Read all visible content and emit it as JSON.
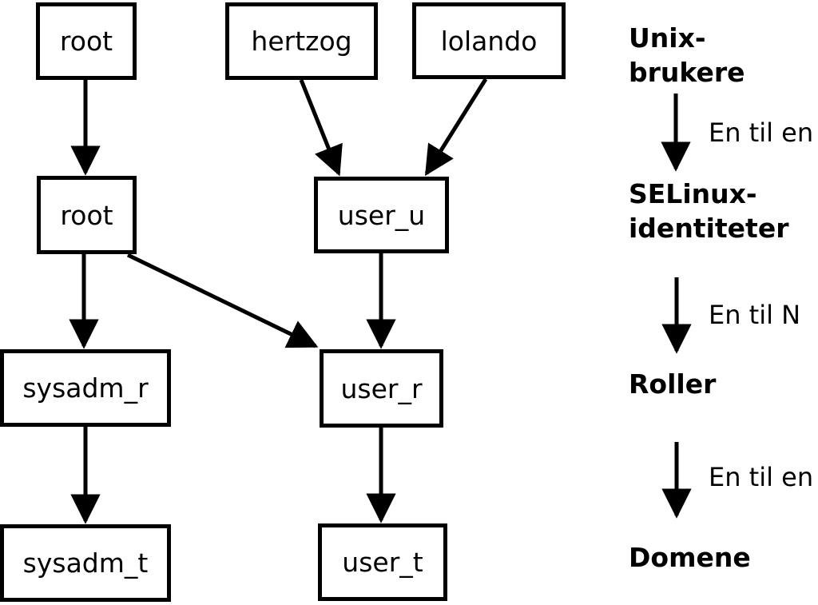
{
  "diagram": {
    "title_hint": "Unix users mapped to SELinux identities, roles and domains",
    "colors": {
      "line": "#000000",
      "box_fill": "#ffffff",
      "background": "#ffffff",
      "text": "#000000"
    },
    "boxes": [
      {
        "id": "unix-user-root",
        "label": "root"
      },
      {
        "id": "unix-user-hertzog",
        "label": "hertzog"
      },
      {
        "id": "unix-user-lolando",
        "label": "lolando"
      },
      {
        "id": "selinux-id-root",
        "label": "root"
      },
      {
        "id": "selinux-id-user-u",
        "label": "user_u"
      },
      {
        "id": "role-sysadm-r",
        "label": "sysadm_r"
      },
      {
        "id": "role-user-r",
        "label": "user_r"
      },
      {
        "id": "domain-sysadm-t",
        "label": "sysadm_t"
      },
      {
        "id": "domain-user-t",
        "label": "user_t"
      }
    ],
    "edges": [
      {
        "from": "unix-user-root",
        "to": "selinux-id-root"
      },
      {
        "from": "unix-user-hertzog",
        "to": "selinux-id-user-u"
      },
      {
        "from": "unix-user-lolando",
        "to": "selinux-id-user-u"
      },
      {
        "from": "selinux-id-root",
        "to": "role-sysadm-r"
      },
      {
        "from": "selinux-id-root",
        "to": "role-user-r"
      },
      {
        "from": "selinux-id-user-u",
        "to": "role-user-r"
      },
      {
        "from": "role-sysadm-r",
        "to": "domain-sysadm-t"
      },
      {
        "from": "role-user-r",
        "to": "domain-user-t"
      }
    ],
    "legend": {
      "level1": "Unix-brukere",
      "mapping1": "En til en",
      "level2": "SELinux-\nidentiteter",
      "mapping2": "En til N",
      "level3": "Roller",
      "mapping3": "En til en",
      "level4": "Domene"
    }
  }
}
